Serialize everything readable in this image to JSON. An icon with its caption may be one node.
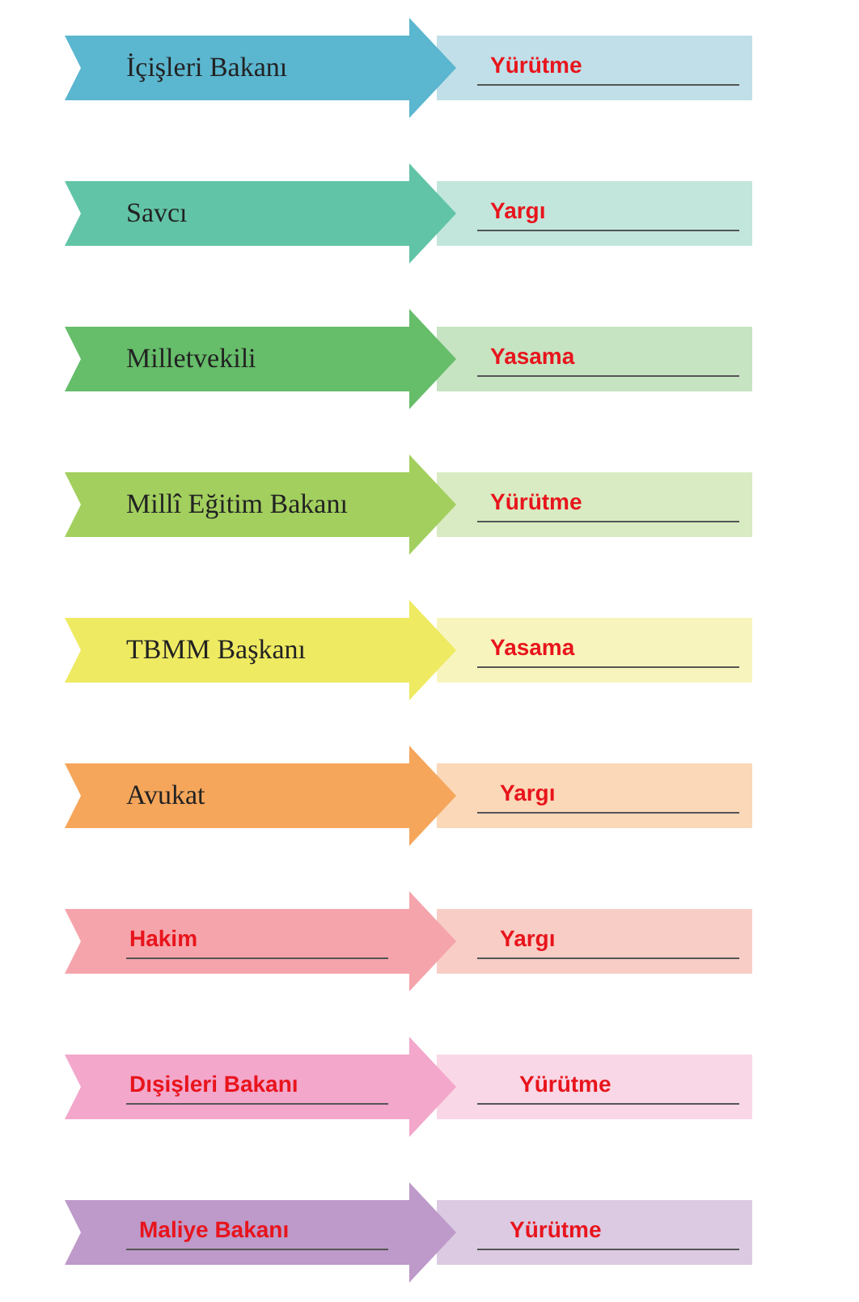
{
  "diagram": {
    "nodes": [
      {
        "text": [
          "İçişleri Bakanı"
        ]
      },
      {
        "text": [
          "Yürütme"
        ]
      },
      {
        "text": [
          "Savcı"
        ]
      },
      {
        "text": [
          "Yargı"
        ]
      },
      {
        "text": [
          "Milletvekili"
        ]
      },
      {
        "text": [
          "Yasama"
        ]
      },
      {
        "text": [
          "Millî Eğitim Bakanı"
        ]
      },
      {
        "text": [
          "Yürütme"
        ]
      },
      {
        "text": [
          "TBMM Başkanı"
        ]
      },
      {
        "text": [
          "Yasama"
        ]
      },
      {
        "text": [
          "Avukat"
        ]
      },
      {
        "text": [
          "Yargı"
        ]
      },
      {
        "text": [
          "Hakim"
        ]
      },
      {
        "text": [
          "Yargı"
        ]
      },
      {
        "text": [
          "Dışişleri Bakanı"
        ]
      },
      {
        "text": [
          "Yürütme"
        ]
      },
      {
        "text": [
          "Maliye Bakanı"
        ]
      },
      {
        "text": [
          "Yürütme"
        ]
      }
    ]
  }
}
